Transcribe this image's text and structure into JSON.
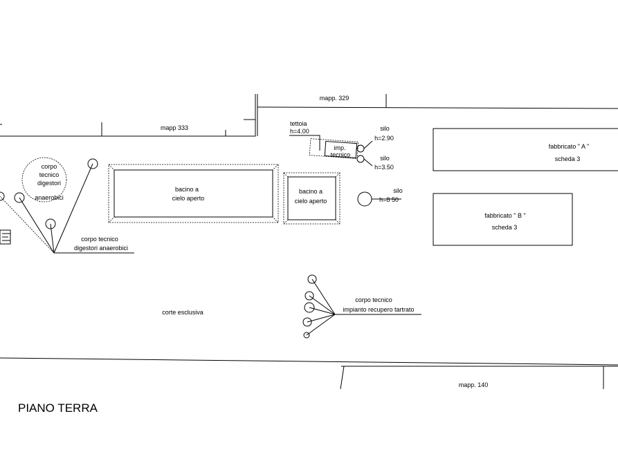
{
  "title": "PIANO TERRA",
  "parcels": {
    "mapp_329": "mapp. 329",
    "mapp_333": "mapp  333",
    "mapp_140": "mapp. 140"
  },
  "corte": "corte esclusiva",
  "digestori_circle": [
    "corpo",
    "tecnico",
    "digestori",
    "anaerobici"
  ],
  "digestori_callout": [
    "corpo tecnico",
    "digestori anaerobici"
  ],
  "bacino_1": [
    "bacino a",
    "cielo aperto"
  ],
  "bacino_2": [
    "bacino a",
    "cielo aperto"
  ],
  "tettoia": [
    "tettoia",
    "h=4.00"
  ],
  "imp_tecnico": [
    "imp.",
    "tecnico"
  ],
  "silo_1": [
    "silo",
    "h=2.90"
  ],
  "silo_2": [
    "silo",
    "h=3.50"
  ],
  "silo_3": [
    "silo",
    "h=8 50"
  ],
  "fabbricato_a": [
    "fabbricato \" A \"",
    "scheda 3"
  ],
  "fabbricato_b": [
    "fabbricato \" B \"",
    "scheda 3"
  ],
  "tartrato_callout": [
    "corpo tecnico",
    "impianto recupero tartrato"
  ]
}
